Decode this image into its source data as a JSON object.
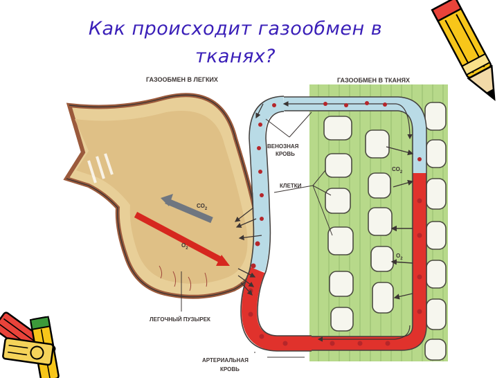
{
  "slide": {
    "title_line1": "Как происходит газообмен в",
    "title_line2": "тканях?"
  },
  "diagram": {
    "lung_exchange": "ГАЗООБМЕН В ЛЕГКИХ",
    "tissue_exchange": "ГАЗООБМЕН В ТКАНЯХ",
    "venous_blood_line1": "ВЕНОЗНАЯ",
    "venous_blood_line2": "КРОВЬ",
    "cells": "КЛЕТКИ",
    "co2": "СО",
    "o2": "О",
    "subscript": "2",
    "alveolus": "ЛЕГОЧНЫЙ ПУЗЫРЕК",
    "arterial_blood_line1": "АРТЕРИАЛЬНАЯ",
    "arterial_blood_line2": "КРОВЬ"
  },
  "colors": {
    "title": "#3a1fb8",
    "venous": "#b9dbe6",
    "arterial": "#e0322c",
    "alveolus_fill": "#dfc086",
    "tissue_bg": "#b7d98a"
  },
  "icons": [
    "pencil-icon-top-right",
    "pencils-icon-bottom-left"
  ]
}
